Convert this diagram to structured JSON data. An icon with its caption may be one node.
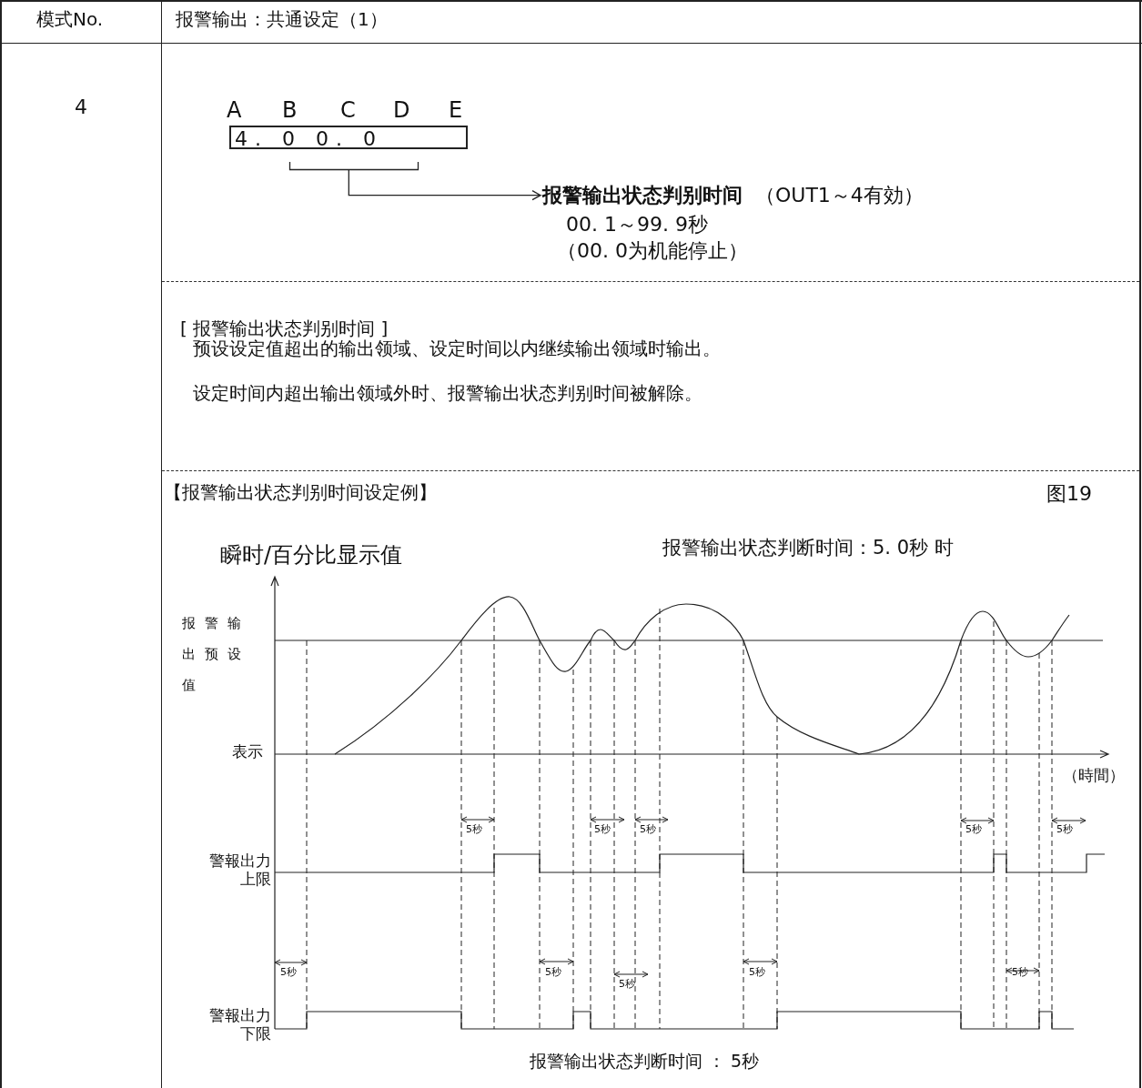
{
  "diagram": {
    "nodes": [
      {
        "text": [],
        "shape": "bracket"
      },
      {
        "text": [
          "报警输出状态判别时间"
        ],
        "beside": [
          "（OUT1～4有効）",
          "00. 1～99. 9秒",
          "（00. 0为机能停止）"
        ]
      }
    ],
    "edges": [
      {
        "from": 0,
        "to": 1,
        "arrow": "to"
      }
    ],
    "labels": [
      "模式No.",
      "报警输出：共通设定（1）",
      "4",
      "A",
      "B",
      "C",
      "D",
      "E",
      "4. 0 0. 0",
      "[ 报警输出状态判别时间 ]",
      "预设设定值超出的输出领域、设定时间以内继续输出领域时输出。",
      "设定时间内超出输出领域外时、报警输出状态判别时间被解除。",
      "【报警输出状态判别时间设定例】",
      "图19",
      "瞬时/百分比显示值",
      "报警输出状态判断时间：5. 0秒 时",
      "报警输出预设值",
      "表示",
      "（時間）",
      "5秒",
      "5秒",
      "5秒",
      "5秒",
      "5秒",
      "警報出力上限",
      "5秒",
      "5秒",
      "5秒",
      "5秒",
      "5秒",
      "警報出力下限",
      "报警输出状态判断时间 ： 5秒"
    ]
  }
}
